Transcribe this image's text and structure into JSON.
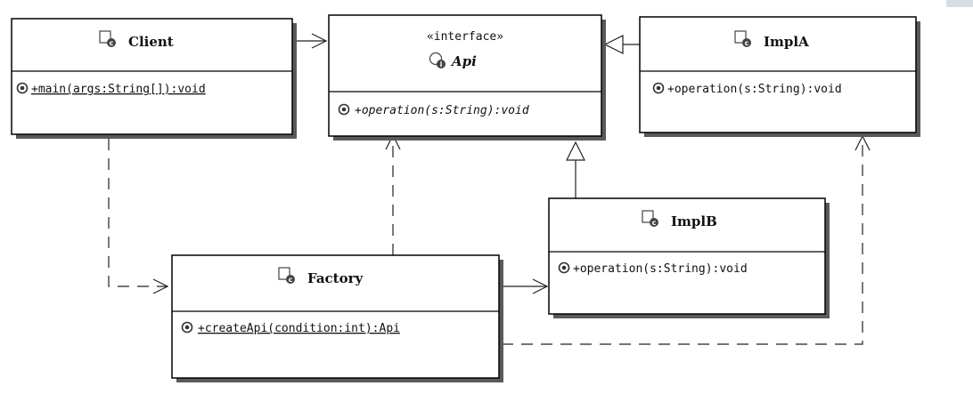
{
  "diagram": {
    "client": {
      "name": "Client",
      "methods": [
        "+main(args:String[]):void"
      ]
    },
    "api": {
      "stereotype": "«interface»",
      "name": "Api",
      "methods": [
        "+operation(s:String):void"
      ]
    },
    "impl_a": {
      "name": "ImplA",
      "methods": [
        "+operation(s:String):void"
      ]
    },
    "impl_b": {
      "name": "ImplB",
      "methods": [
        "+operation(s:String):void"
      ]
    },
    "factory": {
      "name": "Factory",
      "methods": [
        "+createApi(condition:int):Api"
      ]
    },
    "relations": [
      {
        "from": "Client",
        "to": "Api",
        "kind": "association"
      },
      {
        "from": "Client",
        "to": "Factory",
        "kind": "dependency"
      },
      {
        "from": "Factory",
        "to": "Api",
        "kind": "dependency"
      },
      {
        "from": "Factory",
        "to": "ImplB",
        "kind": "association"
      },
      {
        "from": "Factory",
        "to": "ImplA",
        "kind": "dependency"
      },
      {
        "from": "ImplA",
        "to": "Api",
        "kind": "realization"
      },
      {
        "from": "ImplB",
        "to": "Api",
        "kind": "realization"
      }
    ],
    "colors": {
      "border": "#000000",
      "shadow": "#5a5a5a",
      "method_icon": "#555555"
    }
  }
}
